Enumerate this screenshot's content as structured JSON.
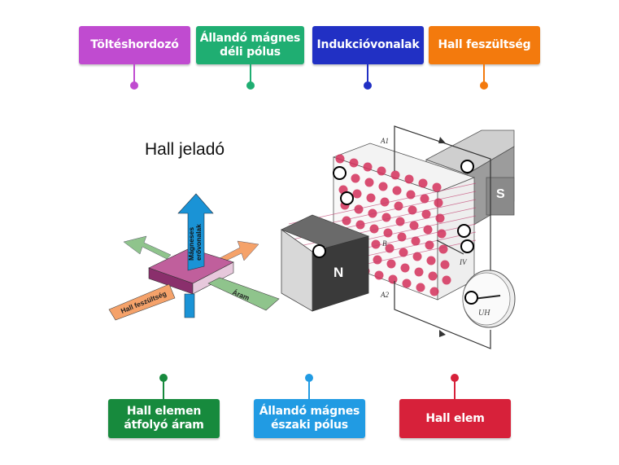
{
  "title": "Hall jeladó",
  "top_labels": [
    {
      "text": "Töltéshordozó",
      "color": "#c04bd0"
    },
    {
      "text": "Állandó mágnes déli pólus",
      "color": "#1fae72"
    },
    {
      "text": "Indukcióvonalak",
      "color": "#2130c4"
    },
    {
      "text": "Hall feszültség",
      "color": "#f37a0d"
    }
  ],
  "bottom_labels": [
    {
      "text": "Hall elemen átfolyó áram",
      "color": "#178a3d"
    },
    {
      "text": "Állandó mágnes északi pólus",
      "color": "#219be3"
    },
    {
      "text": "Hall elem",
      "color": "#d7213a"
    }
  ],
  "left_diagram": {
    "arrow_up_label": "Mágneses erővonalak",
    "arrow_left_label": "Hall feszültség",
    "arrow_right_label": "Áram"
  },
  "right_diagram": {
    "north_label": "N",
    "south_label": "S",
    "a1_label": "A1",
    "a2_label": "A2",
    "b_label": "B",
    "iv_label": "IV",
    "meter_label": "UH"
  },
  "hotspot_count": 8
}
